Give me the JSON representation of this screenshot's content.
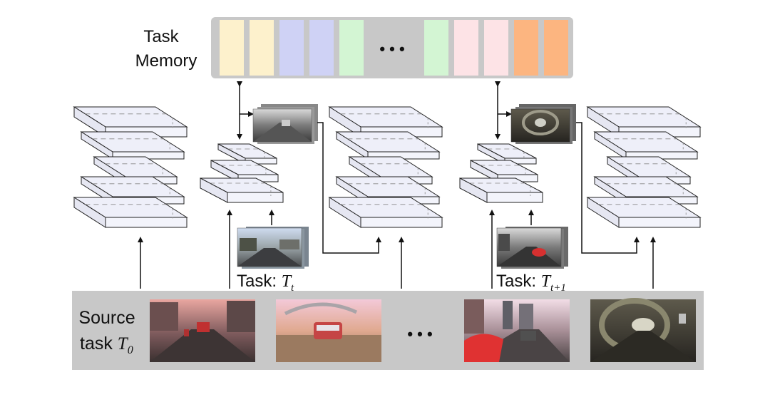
{
  "memory": {
    "label_line1": "Task",
    "label_line2": "Memory",
    "ellipsis": "• • •",
    "slot_colors_left": [
      "#fdf1cc",
      "#fdf1cc",
      "#cfd2f5",
      "#cfd2f5",
      "#d3f5d3"
    ],
    "slot_colors_right": [
      "#d3f5d3",
      "#fde3e6",
      "#fde3e6",
      "#fcb580",
      "#fcb580"
    ]
  },
  "tasks": {
    "task_t": {
      "prefix": "Task: ",
      "symbol": "T",
      "subscript": "t"
    },
    "task_t1": {
      "prefix": "Task: ",
      "symbol": "T",
      "subscript": "t+1"
    }
  },
  "source": {
    "label_line1": "Source",
    "label_line2": "task ",
    "symbol": "T",
    "subscript": "0",
    "ellipsis": "• • •"
  }
}
